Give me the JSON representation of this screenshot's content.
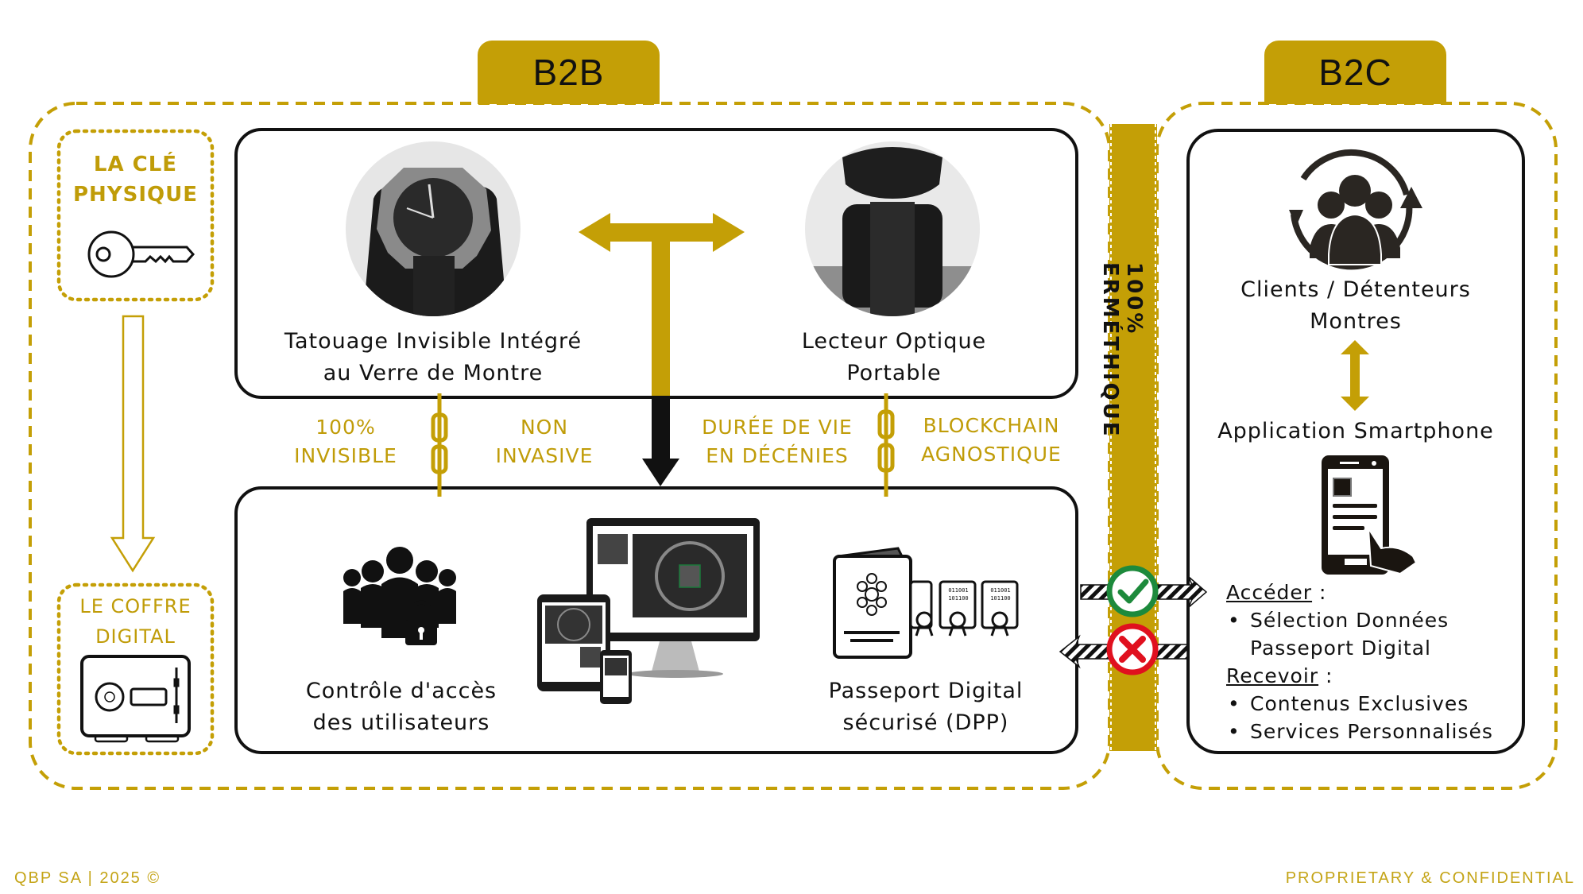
{
  "tabs": {
    "b2b": "B2B",
    "b2c": "B2C"
  },
  "left_column": {
    "physical_key_title": "LA CLÉ PHYSIQUE",
    "physical_key_line1": "LA CLÉ",
    "physical_key_line2": "PHYSIQUE",
    "digital_safe_line1": "LE COFFRE",
    "digital_safe_line2": "DIGITAL"
  },
  "b2b_top": {
    "tattoo_line1": "Tatouage Invisible Intégré",
    "tattoo_line2": "au Verre de Montre",
    "reader_line1": "Lecteur Optique",
    "reader_line2": "Portable"
  },
  "features": [
    {
      "line1": "100%",
      "line2": "INVISIBLE"
    },
    {
      "line1": "NON",
      "line2": "INVASIVE"
    },
    {
      "line1": "DURÉE DE VIE",
      "line2": "EN DÉCÉNIES"
    },
    {
      "line1": "BLOCKCHAIN",
      "line2": "AGNOSTIQUE"
    }
  ],
  "b2b_bottom": {
    "access_line1": "Contrôle  d'accès",
    "access_line2": "des utilisateurs",
    "passport_line1": "Passeport  Digital",
    "passport_line2": "sécurisé  (DPP)",
    "cert_line1": "011001",
    "cert_line2": "101100"
  },
  "separator": {
    "label": "100% ERMÉTHIQUE"
  },
  "b2c": {
    "clients_line1": "Clients / Détenteurs",
    "clients_line2": "Montres",
    "app_label": "Application  Smartphone",
    "access_header": "Accéder",
    "access_items": [
      "Sélection  Données",
      "Passeport Digital"
    ],
    "receive_header": "Recevoir",
    "receive_items": [
      "Contenus  Exclusives",
      "Services  Personnalisés"
    ],
    "colon": " :"
  },
  "footer": {
    "left": "QBP SA  |  2025 ©",
    "right": "PROPRIETARY  & CONFIDENTIAL"
  },
  "colors": {
    "gold": "#c49f06",
    "black": "#111111",
    "check_green": "#1d8a3c",
    "cross_red": "#e0101e"
  }
}
